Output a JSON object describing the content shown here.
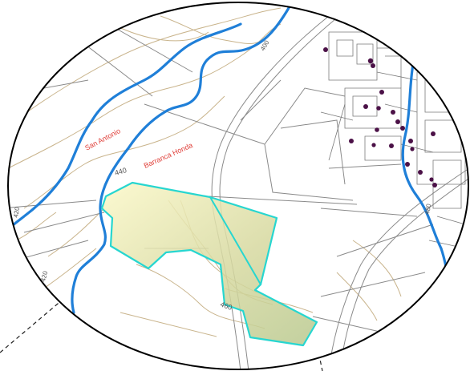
{
  "map": {
    "labels": {
      "stream_san_antonio": "San Antonio",
      "stream_barranca": "Barranca Honda",
      "contour_440": "440",
      "contour_460": "460",
      "contour_top": "400",
      "contour_left": "420",
      "contour_bottom_left": "420",
      "road_right": "480"
    },
    "colors": {
      "river": "#1f7fd8",
      "parcel_stroke": "#27d6d0",
      "parcel_fill_a": "#f7f3c0",
      "parcel_fill_b": "#c9cf93",
      "contour": "#c9b48c",
      "roads": "#8a8a8a",
      "points": "#4b1147",
      "river_label": "#e0403a"
    },
    "icons": {
      "points": "dot-marker-icon"
    }
  }
}
